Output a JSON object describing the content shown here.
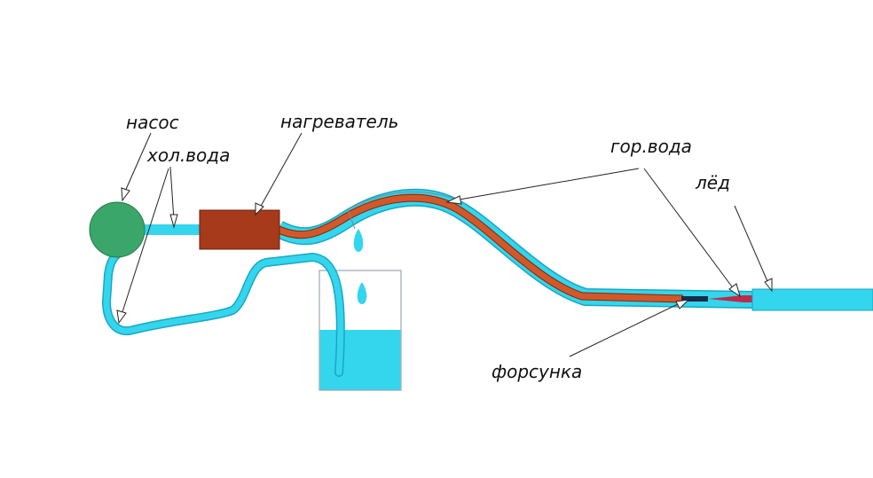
{
  "labels": {
    "pump": "насос",
    "cold_water": "хол.вода",
    "heater": "нагреватель",
    "hot_water": "гор.вода",
    "ice": "лёд",
    "nozzle": "форсунка"
  },
  "colors": {
    "water": "#33d6ec",
    "water_outline": "#1aa6c4",
    "pump": "#3aa66a",
    "heater": "#a63a1a",
    "hot_water": "#d2582a",
    "nozzle_jet": "#c02a4a"
  }
}
